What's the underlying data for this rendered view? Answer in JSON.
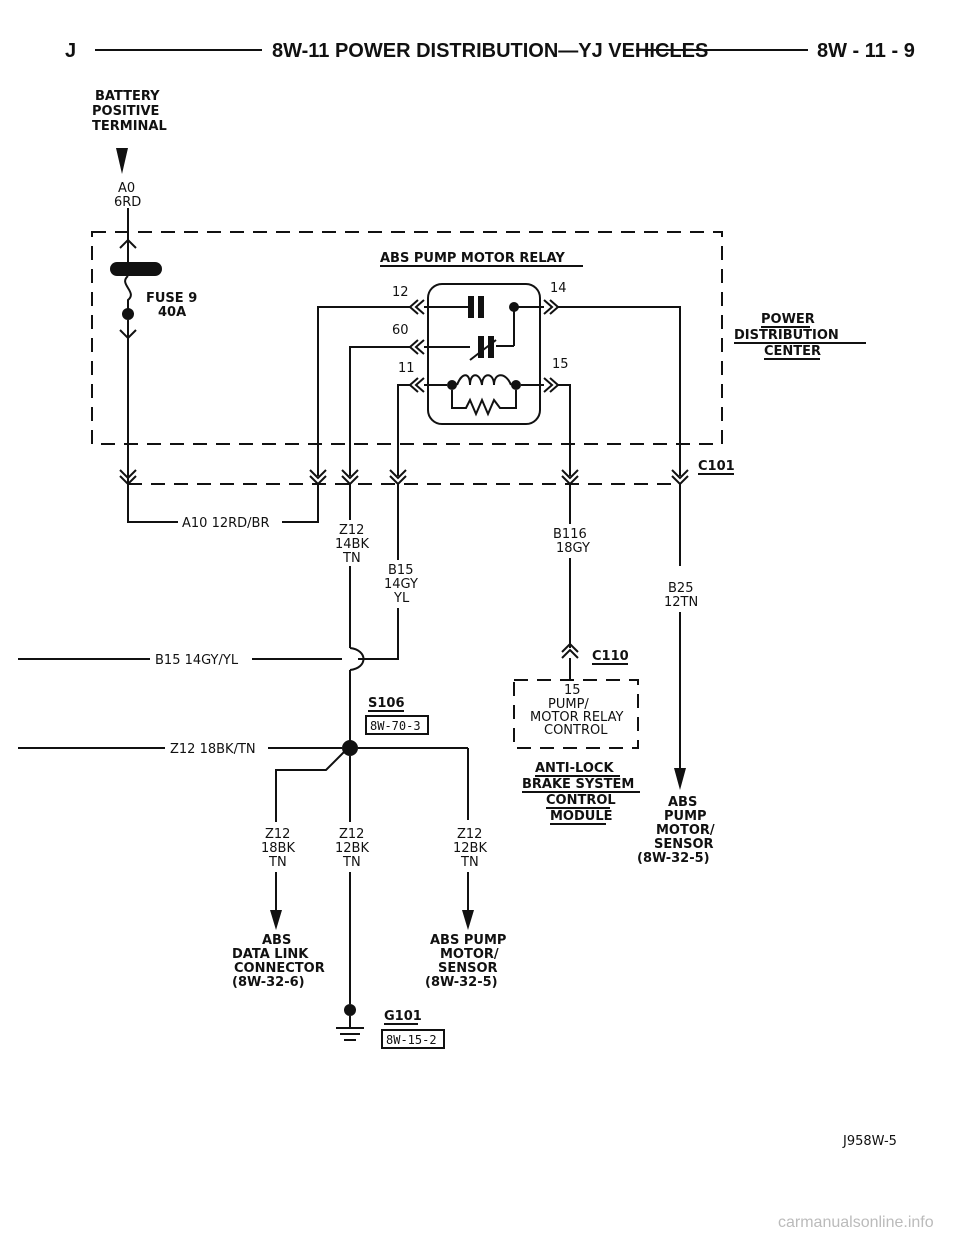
{
  "header": {
    "left": "J",
    "title": "8W-11 POWER DISTRIBUTION—YJ VEHICLES",
    "right": "8W - 11 - 9"
  },
  "battery": {
    "line1": "BATTERY",
    "line2": "POSITIVE",
    "line3": "TERMINAL"
  },
  "wire_a0": {
    "id": "A0",
    "spec": "6RD"
  },
  "fuse": {
    "name": "FUSE 9",
    "rating": "40A"
  },
  "relay": {
    "title": "ABS PUMP MOTOR RELAY",
    "pins": {
      "p12": "12",
      "p14": "14",
      "p60": "60",
      "p11": "11",
      "p15": "15"
    }
  },
  "pdc": {
    "line1": "POWER",
    "line2": "DISTRIBUTION",
    "line3": "CENTER"
  },
  "connector_c101": "C101",
  "wire_a10": "A10 12RD/BR",
  "wire_z12_14": {
    "id": "Z12",
    "gauge": "14BK",
    "color": "TN"
  },
  "wire_b15_14": {
    "id": "B15",
    "gauge": "14GY",
    "color": "YL"
  },
  "wire_b116": {
    "id": "B116",
    "gauge": "18GY"
  },
  "wire_b25": {
    "id": "B25",
    "gauge": "12TN"
  },
  "wire_b15_left": "B15 14GY/YL",
  "splice_s106": {
    "name": "S106",
    "ref": "8W-70-3"
  },
  "wire_z12_left": "Z12 18BK/TN",
  "connector_c110": "C110",
  "module_box": {
    "pin": "15",
    "line1": "PUMP/",
    "line2": "MOTOR RELAY",
    "line3": "CONTROL"
  },
  "abs_module": {
    "line1": "ANTI-LOCK",
    "line2": "BRAKE SYSTEM",
    "line3": "CONTROL",
    "line4": "MODULE"
  },
  "abs_pump_right": {
    "line1": "ABS",
    "line2": "PUMP",
    "line3": "MOTOR/",
    "line4": "SENSOR",
    "line5": "(8W-32-5)"
  },
  "wire_z12_18a": {
    "id": "Z12",
    "gauge": "18BK",
    "color": "TN"
  },
  "wire_z12_12a": {
    "id": "Z12",
    "gauge": "12BK",
    "color": "TN"
  },
  "wire_z12_12b": {
    "id": "Z12",
    "gauge": "12BK",
    "color": "TN"
  },
  "abs_data_link": {
    "line1": "ABS",
    "line2": "DATA LINK",
    "line3": "CONNECTOR",
    "line4": "(8W-32-6)"
  },
  "abs_pump_bottom": {
    "line1": "ABS PUMP",
    "line2": "MOTOR/",
    "line3": "SENSOR",
    "line4": "(8W-32-5)"
  },
  "ground_g101": {
    "name": "G101",
    "ref": "8W-15-2"
  },
  "figure_code": "J958W-5",
  "watermark": "carmanualsonline.info"
}
